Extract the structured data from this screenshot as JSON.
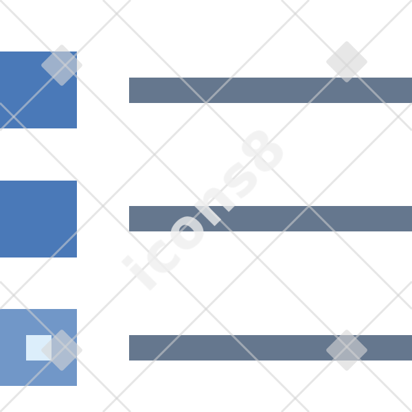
{
  "icon": {
    "name": "bulleted-list-icon",
    "colors": {
      "background": "#ffffff",
      "square_primary": "#4a79b8",
      "square_selected": "#7197c8",
      "square_selected_inner": "#dceefb",
      "bar": "#65778e"
    },
    "rows": [
      {
        "square_style": "filled",
        "checked": false
      },
      {
        "square_style": "filled",
        "checked": false
      },
      {
        "square_style": "selected",
        "checked": true
      }
    ]
  },
  "watermark": {
    "text": "icons8"
  }
}
